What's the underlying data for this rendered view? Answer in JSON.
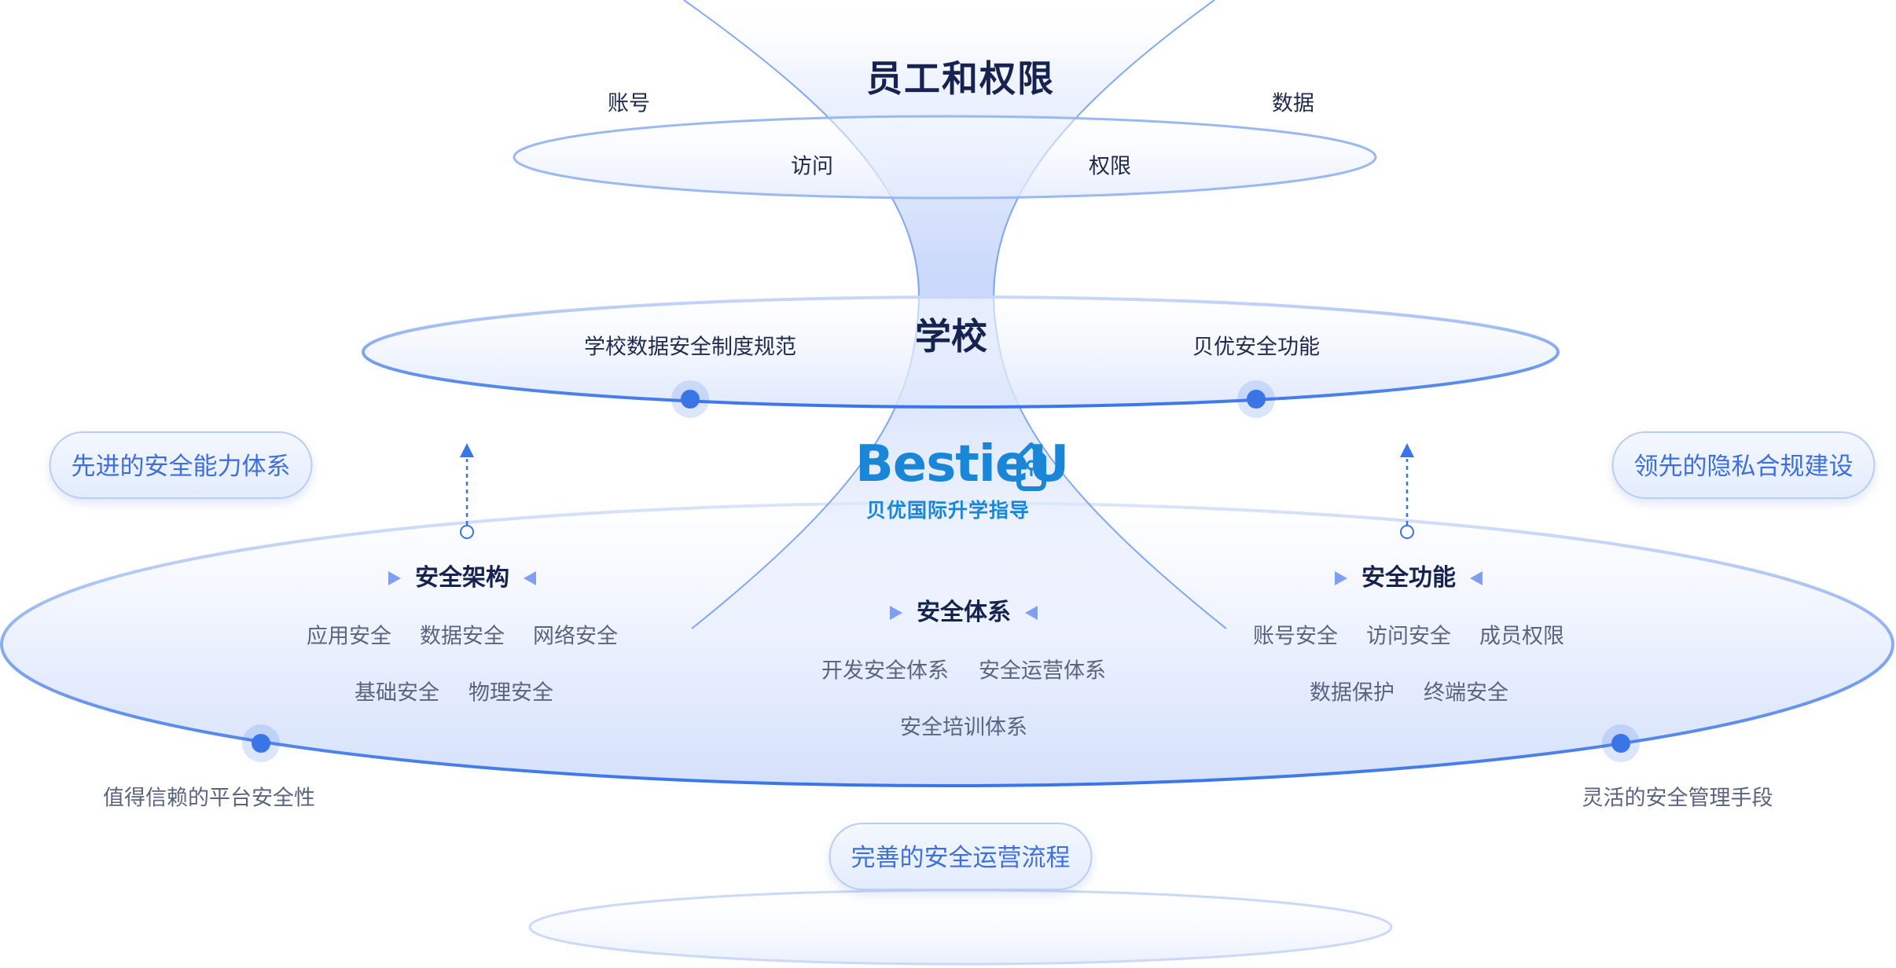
{
  "top": {
    "title": "员工和权限",
    "left_outer": "账号",
    "right_outer": "数据",
    "left_inner": "访问",
    "right_inner": "权限"
  },
  "middle": {
    "title": "学校",
    "left": "学校数据安全制度规范",
    "right": "贝优安全功能"
  },
  "logo": {
    "wordmark": "BestieU",
    "subtitle": "贝优国际升学指导"
  },
  "pills": {
    "left": "先进的安全能力体系",
    "right": "领先的隐私合规建设",
    "bottom": "完善的安全运营流程"
  },
  "groups": {
    "left": {
      "title": "安全架构",
      "items": [
        "应用安全",
        "数据安全",
        "网络安全",
        "基础安全",
        "物理安全"
      ]
    },
    "center": {
      "title": "安全体系",
      "items": [
        "开发安全体系",
        "安全运营体系",
        "安全培训体系"
      ]
    },
    "right": {
      "title": "安全功能",
      "items": [
        "账号安全",
        "访问安全",
        "成员权限",
        "数据保护",
        "终端安全"
      ]
    }
  },
  "notes": {
    "bottom_left": "值得信赖的平台安全性",
    "bottom_right": "灵活的安全管理手段"
  },
  "colors": {
    "accent": "#3a75e8",
    "dot": "#3a75e8",
    "title_text": "#16224f",
    "body_text": "#5a6480",
    "pill_text": "#3f6fdc",
    "logo": "#1a86d8"
  }
}
